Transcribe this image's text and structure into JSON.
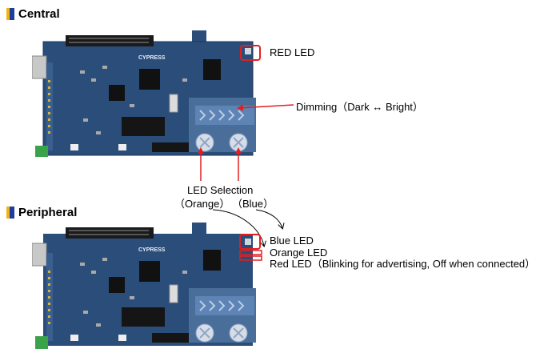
{
  "sections": {
    "central": {
      "title": "Central"
    },
    "peripheral": {
      "title": "Peripheral"
    }
  },
  "board": {
    "brand": "CYPRESS"
  },
  "annotations": {
    "red_led": "RED LED",
    "dimming": "Dimming（Dark ↔ Bright）",
    "led_selection": "LED Selection",
    "orange_paren": "（Orange）",
    "blue_paren": "（Blue）",
    "blue_led": "Blue LED",
    "orange_led": "Orange LED",
    "red_led_peripheral": "Red LED（Blinking for advertising, Off when connected）"
  },
  "colors": {
    "board": "#2b4d7a",
    "highlight": "#e02020",
    "title_mark_yellow": "#f2b21a",
    "title_mark_blue": "#1d3f9a"
  }
}
